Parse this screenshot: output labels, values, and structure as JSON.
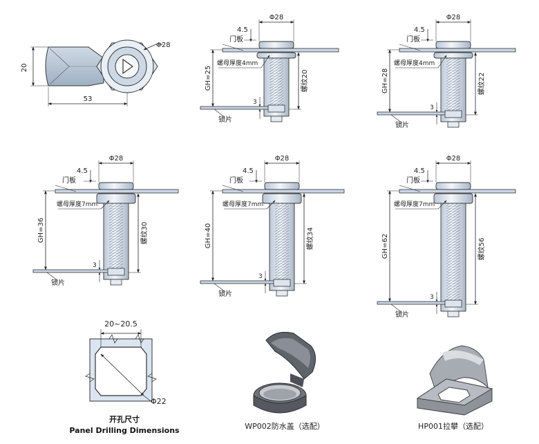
{
  "top_view": {
    "dia": "Φ28",
    "height": "20",
    "width": "53"
  },
  "door_label": "门板",
  "lock_label": "锁片",
  "gap_label": "4.5",
  "dia_label": "Φ28",
  "plate_label": "3",
  "locks": [
    {
      "gh": "GH=25",
      "nut": "螺母厚度4mm",
      "thread": "螺纹20"
    },
    {
      "gh": "GH=28",
      "nut": "螺母厚度4mm",
      "thread": "螺纹22"
    },
    {
      "gh": "GH=36",
      "nut": "螺母厚度7mm",
      "thread": "螺纹30"
    },
    {
      "gh": "GH=40",
      "nut": "螺母厚度7mm",
      "thread": "螺纹34"
    },
    {
      "gh": "GH=62",
      "nut": "螺母厚度7mm",
      "thread": "螺纹56"
    }
  ],
  "drilling": {
    "width": "20~20.5",
    "dia": "Φ22",
    "title_cn": "开孔尺寸",
    "title_en": "Panel Drilling Dimensions"
  },
  "accessories": [
    {
      "caption": "WP002防水盖（选配）"
    },
    {
      "caption": "HP001拉攀（选配）"
    }
  ]
}
